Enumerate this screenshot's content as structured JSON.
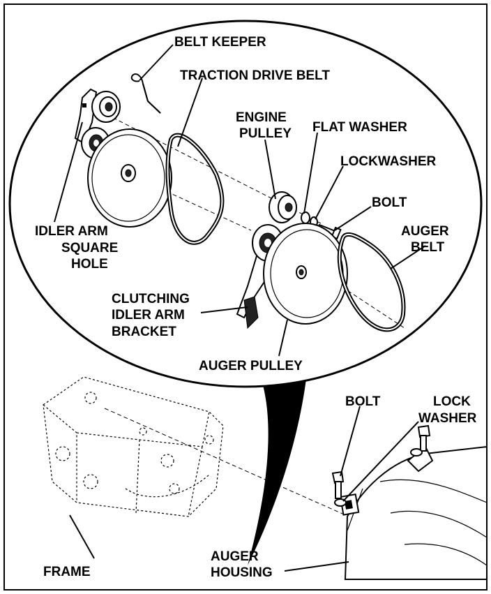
{
  "labels": {
    "belt_keeper": "BELT KEEPER",
    "traction_drive_belt": "TRACTION DRIVE BELT",
    "engine_pulley_1": "ENGINE",
    "engine_pulley_2": "PULLEY",
    "flat_washer": "FLAT WASHER",
    "lockwasher": "LOCKWASHER",
    "bolt_top": "BOLT",
    "idler_arm_1": "IDLER ARM",
    "idler_arm_2": "SQUARE",
    "idler_arm_3": "HOLE",
    "auger_belt_1": "AUGER",
    "auger_belt_2": "BELT",
    "clutching_1": "CLUTCHING",
    "clutching_2": "IDLER ARM",
    "clutching_3": "BRACKET",
    "auger_pulley": "AUGER PULLEY",
    "bolt_bottom": "BOLT",
    "lock_washer_1": "LOCK",
    "lock_washer_2": "WASHER",
    "frame": "FRAME",
    "auger_housing_1": "AUGER",
    "auger_housing_2": "HOUSING"
  }
}
